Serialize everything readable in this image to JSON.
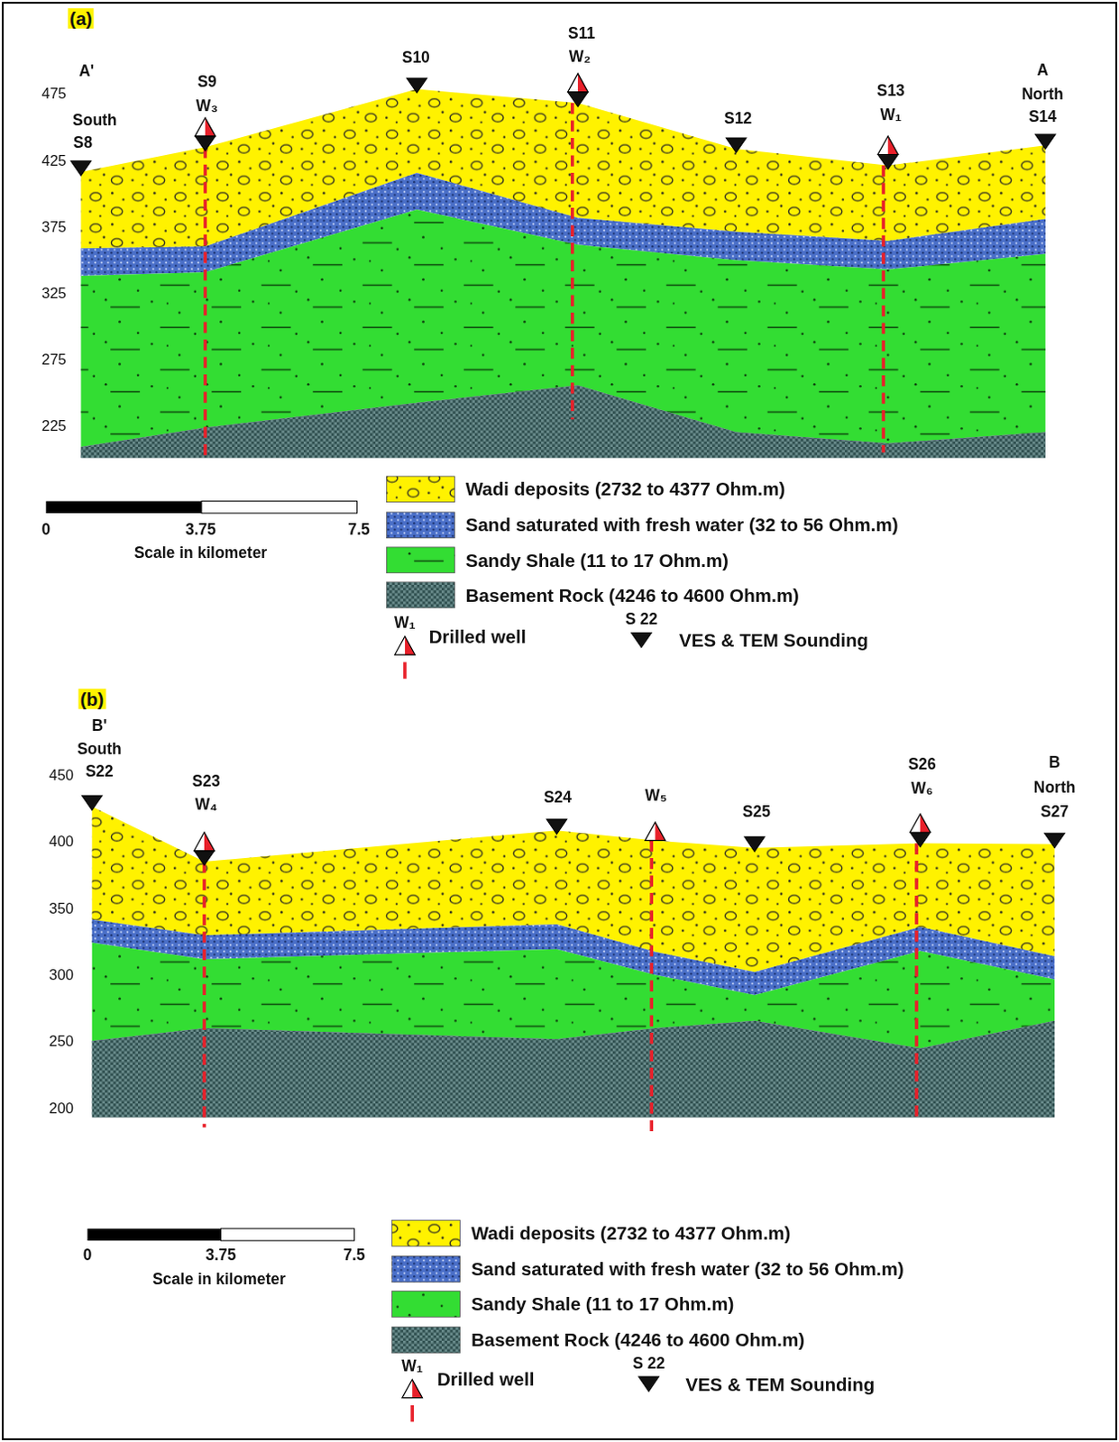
{
  "diagram": {
    "labels": [
      "(a)",
      "475",
      "425",
      "375",
      "325",
      "275",
      "225",
      "A'",
      "South",
      "S8",
      "S9",
      "W₃",
      "S10",
      "S11",
      "W₂",
      "S12",
      "S13",
      "W₁",
      "A",
      "North",
      "S14",
      "0",
      "3.75",
      "7.5",
      "Scale in kilometer",
      "W₁",
      "S 22",
      "(b)",
      "B'",
      "South",
      "S22",
      "450",
      "400",
      "350",
      "300",
      "250",
      "200",
      "S23",
      "W₄",
      "S24",
      "W₅",
      "S25",
      "S26",
      "W₆",
      "B",
      "North",
      "S27",
      "0",
      "3.75",
      "7.5",
      "Scale in kilometer",
      "W₁",
      "S 22"
    ],
    "legend": [
      {
        "text": "Wadi deposits (2732 to 4377 Ohm.m)",
        "color": "#fff200"
      },
      {
        "text": "Sand saturated with fresh water (32 to 56 Ohm.m)",
        "color": "#4a6fc8"
      },
      {
        "text": "Sandy Shale (11 to 17 Ohm.m)",
        "color": "#33dd33"
      },
      {
        "text": "Basement Rock (4246 to 4600 Ohm.m)",
        "color": "#2f4f4f"
      },
      {
        "text": "Drilled well"
      },
      {
        "text": "VES & TEM Sounding"
      },
      {
        "text": "Wadi deposits (2732 to 4377 Ohm.m)",
        "color": "#fff200"
      },
      {
        "text": "Sand saturated with fresh water (32 to 56 Ohm.m)",
        "color": "#4a6fc8"
      },
      {
        "text": "Sandy Shale (11 to 17 Ohm.m)",
        "color": "#33dd33"
      },
      {
        "text": "Basement Rock (4246 to 4600 Ohm.m)",
        "color": "#2f4f4f"
      },
      {
        "text": "Drilled well"
      },
      {
        "text": "VES & TEM Sounding"
      }
    ]
  }
}
